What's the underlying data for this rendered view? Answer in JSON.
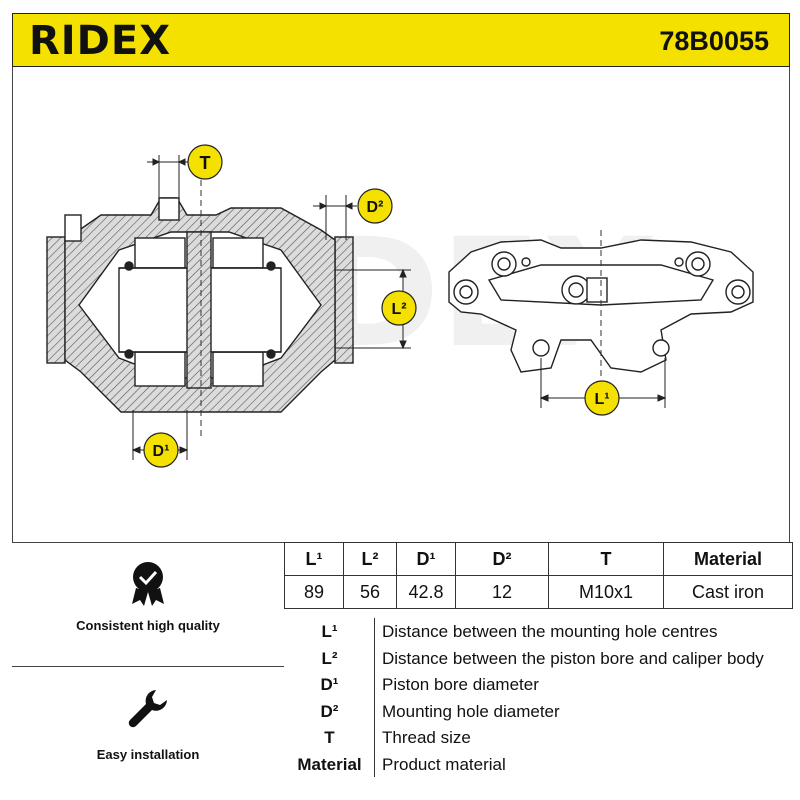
{
  "header": {
    "brand": "RIDEX",
    "part_number": "78B0055",
    "accent_color": "#f4e100"
  },
  "drawing": {
    "callouts": [
      "T",
      "D²",
      "L²",
      "D¹",
      "L¹"
    ],
    "watermark": "RIDEX"
  },
  "features": [
    {
      "icon": "quality-badge-icon",
      "label": "Consistent high quality"
    },
    {
      "icon": "wrench-icon",
      "label": "Easy installation"
    }
  ],
  "spec_table": {
    "headers": [
      "L¹",
      "L²",
      "D¹",
      "D²",
      "T",
      "Material"
    ],
    "values": [
      "89",
      "56",
      "42.8",
      "12",
      "M10x1",
      "Cast iron"
    ]
  },
  "legend": [
    {
      "key": "L¹",
      "desc": "Distance between the mounting hole centres"
    },
    {
      "key": "L²",
      "desc": "Distance between the piston bore and caliper body"
    },
    {
      "key": "D¹",
      "desc": "Piston bore diameter"
    },
    {
      "key": "D²",
      "desc": "Mounting hole diameter"
    },
    {
      "key": "T",
      "desc": "Thread size"
    },
    {
      "key": "Material",
      "desc": "Product material"
    }
  ]
}
